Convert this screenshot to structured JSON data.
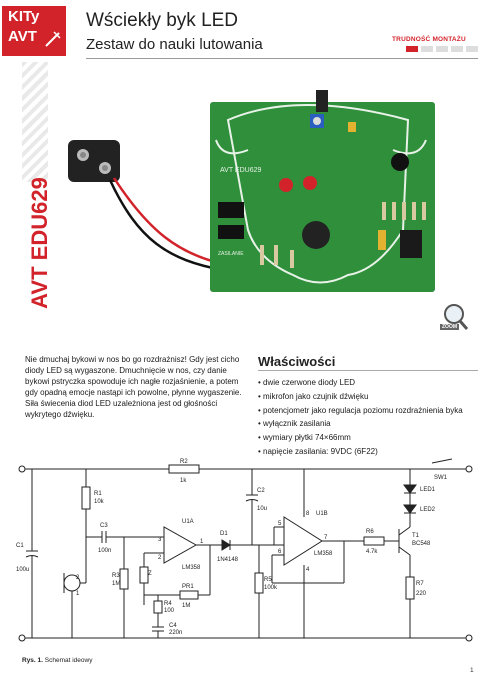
{
  "header": {
    "logo_line1": "KITy",
    "logo_line2": "AVT",
    "title": "Wściekły byk LED",
    "subtitle": "Zestaw do nauki lutowania",
    "difficulty_label": "TRUDNOŚĆ MONTAŻU",
    "difficulty_level": 1,
    "difficulty_max": 5,
    "side_title": "AVT EDU629"
  },
  "photo": {
    "board_label": "AVT\nEDU629",
    "power_label": "ZASILANIE",
    "zoom_label": "ZOOM"
  },
  "intro": {
    "paragraph1": "Nie dmuchaj bykowi w nos bo go rozdrażnisz! Gdy jest cicho diody LED są wygaszone. Dmuchnięcie w nos, czy danie bykowi pstryczka spowoduje ich nagłe rozjaśnienie, a potem gdy opadną emocje nastąpi ich powolne, płynne wygaszenie.",
    "paragraph2": "Siła świecenia diod LED uzależniona jest od głośności wykrytego dźwięku."
  },
  "features": {
    "title": "Właściwości",
    "items": [
      "dwie czerwone diody LED",
      "mikrofon jako czujnik dźwięku",
      "potencjometr jako regulacja poziomu rozdrażnienia byka",
      "wyłącznik zasilania",
      "wymiary płytki 74×66mm",
      "napięcie zasilania: 9VDC (6F22)"
    ]
  },
  "schematic": {
    "r2": "R2",
    "r2_val": "1k",
    "r1": "R1",
    "r1_val": "10k",
    "c1": "C1",
    "c1_val": "100u",
    "c2": "C2",
    "c2_val": "10u",
    "c3": "C3",
    "c3_val": "100n",
    "c4": "C4",
    "c4_val": "220n",
    "r3": "R3",
    "r3_val": "1M",
    "r4": "R4",
    "r4_val": "100",
    "r5": "R5",
    "r5_val": "100k",
    "r6": "R6",
    "r6_val": "4.7k",
    "r7": "R7",
    "r7_val": "220",
    "pr1": "PR1",
    "pr1_val": "1M",
    "z": "Z",
    "u1a": "U1A",
    "u1a_val": "LM358",
    "u1b": "U1B",
    "u1b_val": "LM358",
    "d1": "D1",
    "d1_val": "1N4148",
    "t1": "T1",
    "t1_val": "BC548",
    "sw1": "SW1",
    "led1": "LED1",
    "led2": "LED2",
    "pin3": "3",
    "pin2": "2",
    "pin1": "1",
    "pin5": "5",
    "pin6": "6",
    "pin7": "7",
    "pin8": "8",
    "pin4": "4",
    "mic1": "1",
    "mic2": "2"
  },
  "caption": {
    "label": "Rys. 1.",
    "text": "Schemat ideowy"
  },
  "page_number": "1",
  "colors": {
    "accent": "#d2232a",
    "pcb_green": "#2f8f3a"
  }
}
